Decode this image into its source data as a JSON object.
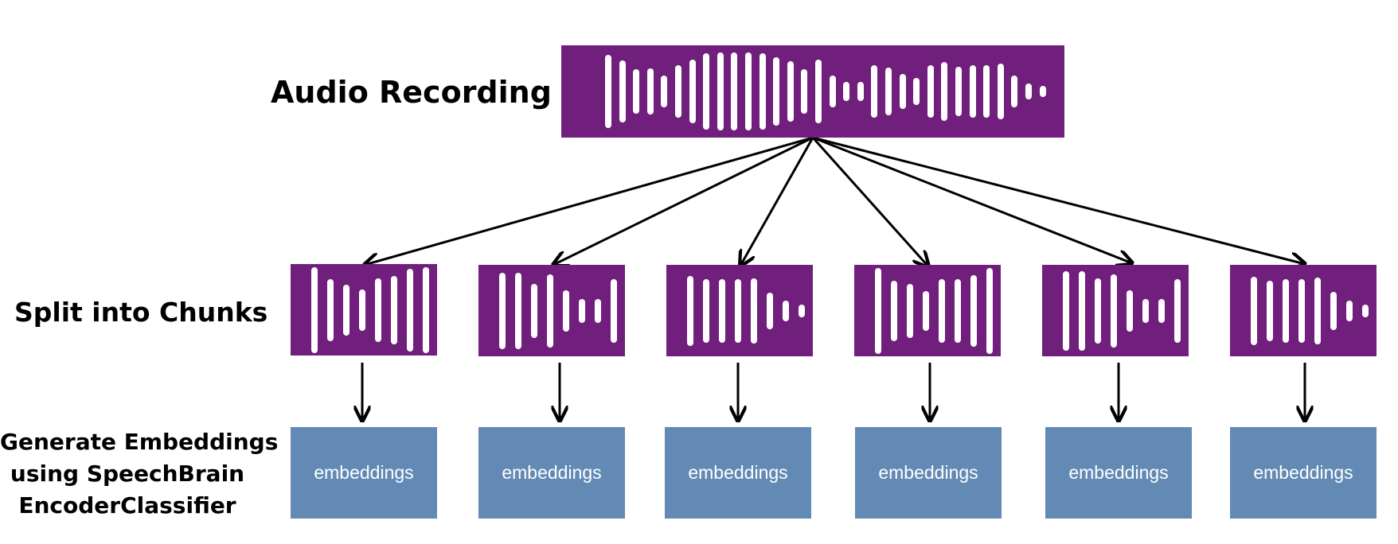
{
  "labels": {
    "audio_recording": "Audio Recording",
    "split_into_chunks": "Split into Chunks",
    "generate_line1": "Generate Embeddings",
    "generate_line2": "using SpeechBrain",
    "generate_line3": "EncoderClassifier"
  },
  "colors": {
    "waveform_bg": "#711F7C",
    "embedding_bg": "#638AB4",
    "arrow": "#000000"
  },
  "icons": [
    "audio-waveform-icon"
  ],
  "chunks": [
    {
      "embedding_label": "embeddings"
    },
    {
      "embedding_label": "embeddings"
    },
    {
      "embedding_label": "embeddings"
    },
    {
      "embedding_label": "embeddings"
    },
    {
      "embedding_label": "embeddings"
    },
    {
      "embedding_label": "embeddings"
    }
  ]
}
